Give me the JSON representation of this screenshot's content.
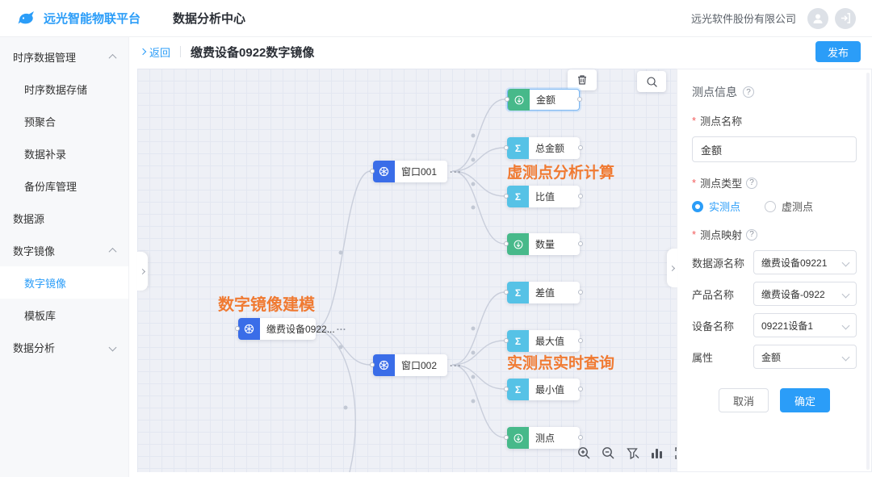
{
  "header": {
    "platform_name": "远光智能物联平台",
    "app_title": "数据分析中心",
    "company_name": "远光软件股份有限公司"
  },
  "breadcrumb": {
    "back_label": "返回",
    "page_title": "缴费设备0922数字镜像",
    "publish_label": "发布"
  },
  "sidebar": {
    "items": [
      {
        "label": "时序数据管理",
        "type": "group",
        "chevron": "up"
      },
      {
        "label": "时序数据存储",
        "type": "sub"
      },
      {
        "label": "预聚合",
        "type": "sub"
      },
      {
        "label": "数据补录",
        "type": "sub"
      },
      {
        "label": "备份库管理",
        "type": "sub"
      },
      {
        "label": "数据源",
        "type": "top"
      },
      {
        "label": "数字镜像",
        "type": "group",
        "chevron": "up"
      },
      {
        "label": "数字镜像",
        "type": "sub",
        "active": true
      },
      {
        "label": "模板库",
        "type": "sub"
      },
      {
        "label": "数据分析",
        "type": "group",
        "chevron": "down"
      }
    ]
  },
  "canvas": {
    "sigma_glyph": "Σ",
    "nodes": {
      "root": {
        "label": "缴费设备0922..."
      },
      "window1": {
        "label": "窗口001"
      },
      "window2": {
        "label": "窗口002"
      },
      "leaves": [
        {
          "label": "金额",
          "kind": "measure",
          "selected": true
        },
        {
          "label": "总金额",
          "kind": "sigma"
        },
        {
          "label": "比值",
          "kind": "sigma"
        },
        {
          "label": "数量",
          "kind": "measure"
        },
        {
          "label": "差值",
          "kind": "sigma"
        },
        {
          "label": "最大值",
          "kind": "sigma"
        },
        {
          "label": "最小值",
          "kind": "sigma"
        },
        {
          "label": "测点",
          "kind": "measure"
        }
      ]
    },
    "annotations": [
      {
        "text": "数字镜像建模"
      },
      {
        "text": "虚测点分析计算"
      },
      {
        "text": "实测点实时查询"
      }
    ]
  },
  "panel": {
    "section_title": "测点信息",
    "required_mark": "*",
    "help_glyph": "?",
    "name_label": "测点名称",
    "name_value": "金额",
    "type_label": "测点类型",
    "type_options": [
      {
        "label": "实测点",
        "selected": true
      },
      {
        "label": "虚测点",
        "selected": false
      }
    ],
    "mapping_label": "测点映射",
    "mapping_fields": [
      {
        "label": "数据源名称",
        "value": "缴费设备09221"
      },
      {
        "label": "产品名称",
        "value": "缴费设备-0922"
      },
      {
        "label": "设备名称",
        "value": "09221设备1"
      },
      {
        "label": "属性",
        "value": "金额"
      }
    ],
    "cancel_label": "取消",
    "confirm_label": "确定"
  },
  "colors": {
    "accent_blue": "#2b9df8",
    "node_blue": "#3a6de8",
    "node_green": "#47b98a",
    "node_cyan": "#56c2e6",
    "annotation_orange": "#f07a32",
    "canvas_bg": "#eef0f6"
  }
}
